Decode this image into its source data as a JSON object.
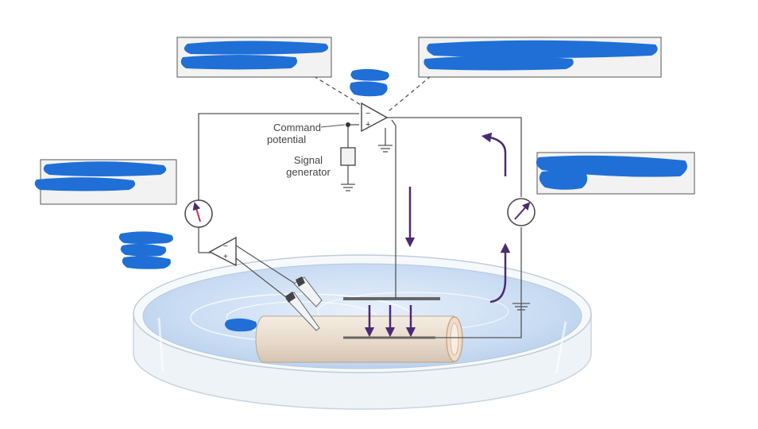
{
  "labels": {
    "command": "Command",
    "potential": "potential",
    "signal": "Signal",
    "generator": "generator"
  },
  "label_boxes": [
    {
      "id": "top-left",
      "redacted": true
    },
    {
      "id": "top-right",
      "redacted": true
    },
    {
      "id": "left",
      "redacted": true
    },
    {
      "id": "right",
      "redacted": true
    }
  ],
  "colors": {
    "redaction": "#1f6fd6",
    "arrow": "#4b2a73",
    "wire": "#555555",
    "box_fill": "#f2f2f2",
    "dish_water": "#cfe0f4",
    "meter_needle_left": "#c0305a",
    "meter_needle_right": "#4b2a73"
  }
}
